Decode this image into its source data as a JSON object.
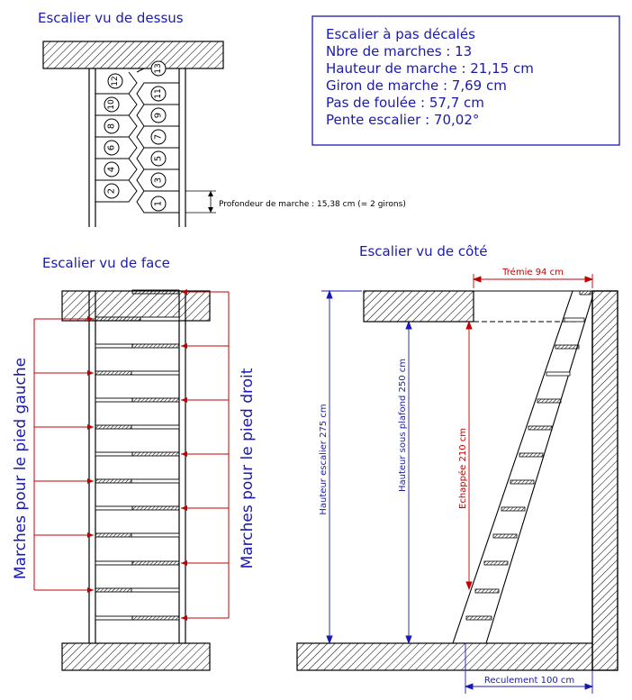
{
  "views": {
    "top_title": "Escalier vu de dessus",
    "front_title": "Escalier vu de face",
    "side_title": "Escalier vu de côté"
  },
  "info_box": {
    "line1": "Escalier à pas décalés",
    "line2": "Nbre de marches : 13",
    "line3": "Hauteur de marche : 21,15 cm",
    "line4": "Giron de marche : 7,69 cm",
    "line5": "Pas de foulée : 57,7 cm",
    "line6": "Pente escalier : 70,02°"
  },
  "top_view": {
    "step_numbers": [
      "1",
      "2",
      "3",
      "4",
      "5",
      "6",
      "7",
      "8",
      "9",
      "10",
      "11",
      "12",
      "13"
    ],
    "depth_label": "Profondeur de marche : 15,38 cm (= 2 girons)"
  },
  "front_view": {
    "left_label": "Marches pour le pied gauche",
    "right_label": "Marches pour le pied droit"
  },
  "side_view": {
    "tremie_label": "Trémie 94  cm",
    "height_label": "Hauteur escalier 275 cm",
    "ceiling_label": "Hauteur sous plafond 250 cm",
    "headroom_label": "Echappée 210 cm",
    "setback_label": "Reculement 100 cm"
  },
  "colors": {
    "blue": "#1a1ab0",
    "red": "#c00000",
    "black": "#000000"
  }
}
